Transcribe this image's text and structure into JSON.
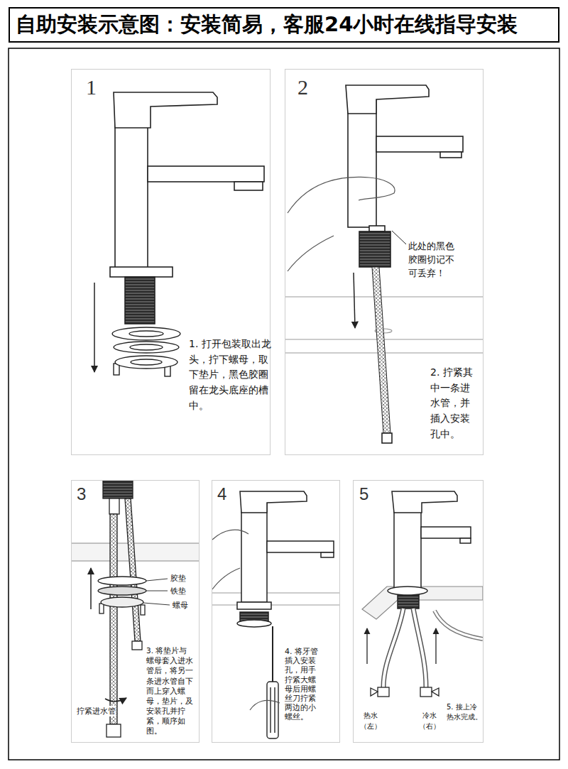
{
  "diagram": {
    "title": "自助安装示意图：安装简易，客服24小时在线指导安装",
    "nodes": [
      {
        "text": [
          "1",
          "1. 打开包装取出龙头，拧下螺母，取下垫片，黑色胶圈留在龙头底座的槽中。"
        ]
      },
      {
        "text": [
          "2",
          "2. 拧紧其中一条进水管，并插入安装孔中。"
        ]
      },
      {
        "text": [
          "3",
          "3. 将垫片与螺母套入进水管后，将另一条进水管自下而上穿入螺母，垫片，及安装孔并拧紧，顺序如图。"
        ]
      },
      {
        "text": [
          "4",
          "4. 将牙管插入安装孔，用手拧紧大螺母后用螺丝刀拧紧两边的小螺丝。"
        ]
      },
      {
        "text": [
          "5",
          "5. 接上冷热水完成。"
        ]
      }
    ],
    "labels": [
      "此处的黑色胶圈切记不可丢弃！",
      "胶垫",
      "铁垫",
      "螺母",
      "拧紧进水管",
      "热水 （左）",
      "冷水 （右）"
    ]
  }
}
